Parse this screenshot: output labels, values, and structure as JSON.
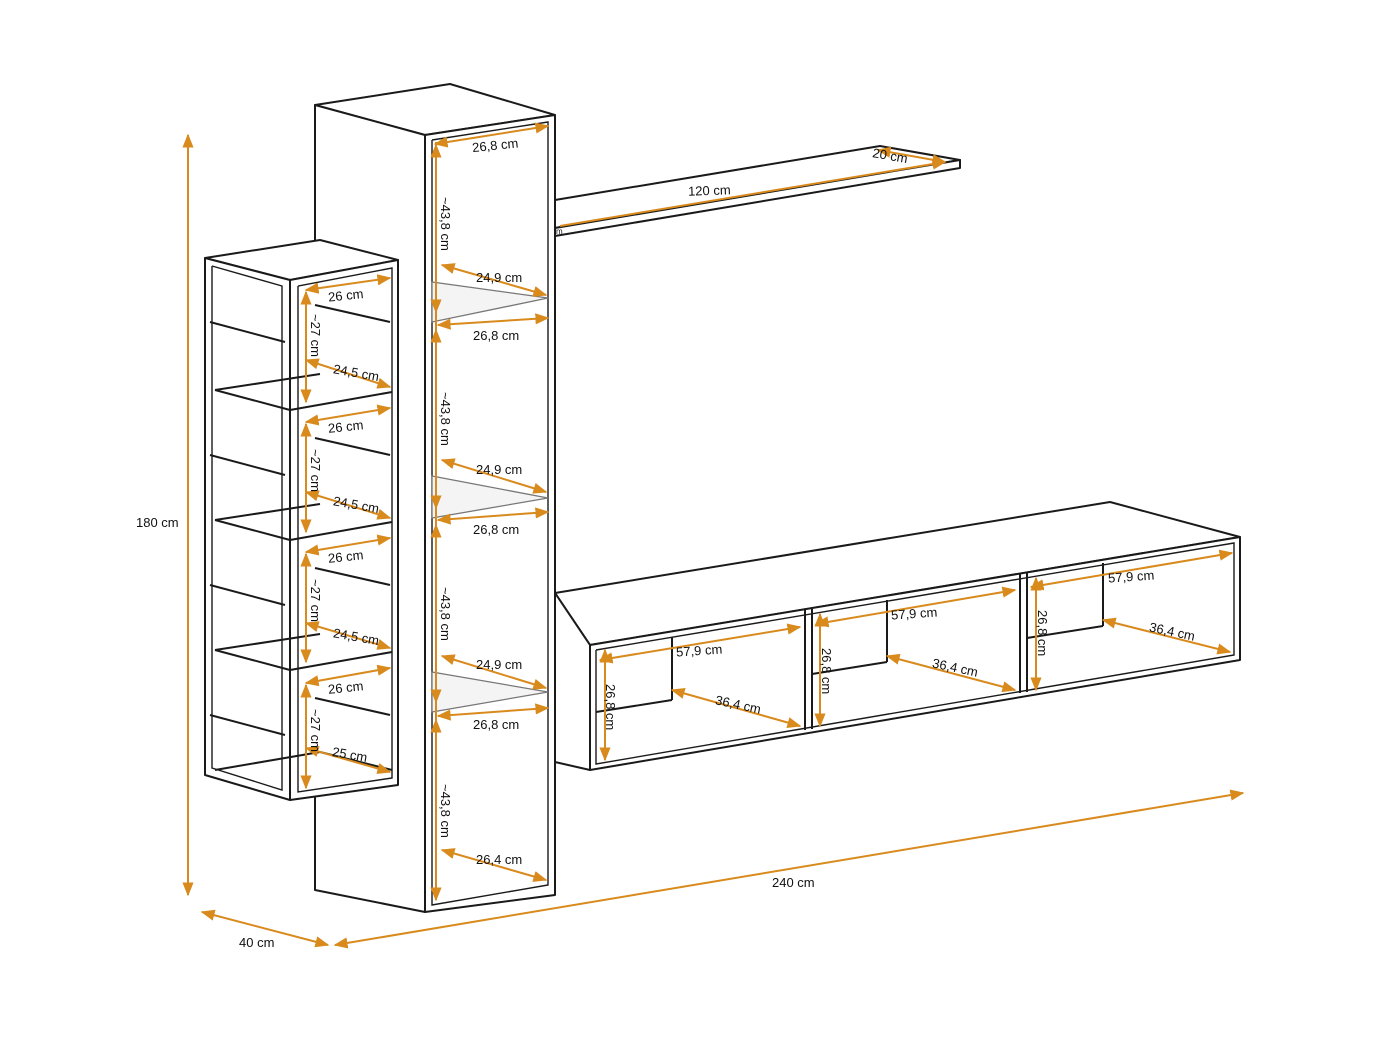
{
  "colors": {
    "lines": "#1a1a1a",
    "dimension": "#d98a1c",
    "background": "#ffffff"
  },
  "overall": {
    "height": "180 cm",
    "depth": "40 cm",
    "width": "240 cm"
  },
  "tower": {
    "labels": [
      "26,8 cm",
      "~43,8 cm",
      "24,9 cm",
      "26,8 cm",
      "~43,8 cm",
      "24,9 cm",
      "26,8 cm",
      "~43,8 cm",
      "24,9 cm",
      "26,8 cm",
      "~43,8 cm",
      "26,4 cm"
    ]
  },
  "wall_shelf": {
    "length": "120 cm",
    "depth": "20 cm",
    "cut_label": "m"
  },
  "open_unit": {
    "labels": [
      "26 cm",
      "~27 cm",
      "24,5 cm",
      "26 cm",
      "~27 cm",
      "24,5 cm",
      "26 cm",
      "~27 cm",
      "24,5 cm",
      "26 cm",
      "~27 cm",
      "25 cm"
    ]
  },
  "tv_cabinet": {
    "labels": [
      "57,9 cm",
      "26,8 cm",
      "36,4 cm",
      "57,9 cm",
      "26,8 cm",
      "36,4 cm",
      "57,9 cm",
      "26,8 cm",
      "36,4 cm"
    ]
  }
}
